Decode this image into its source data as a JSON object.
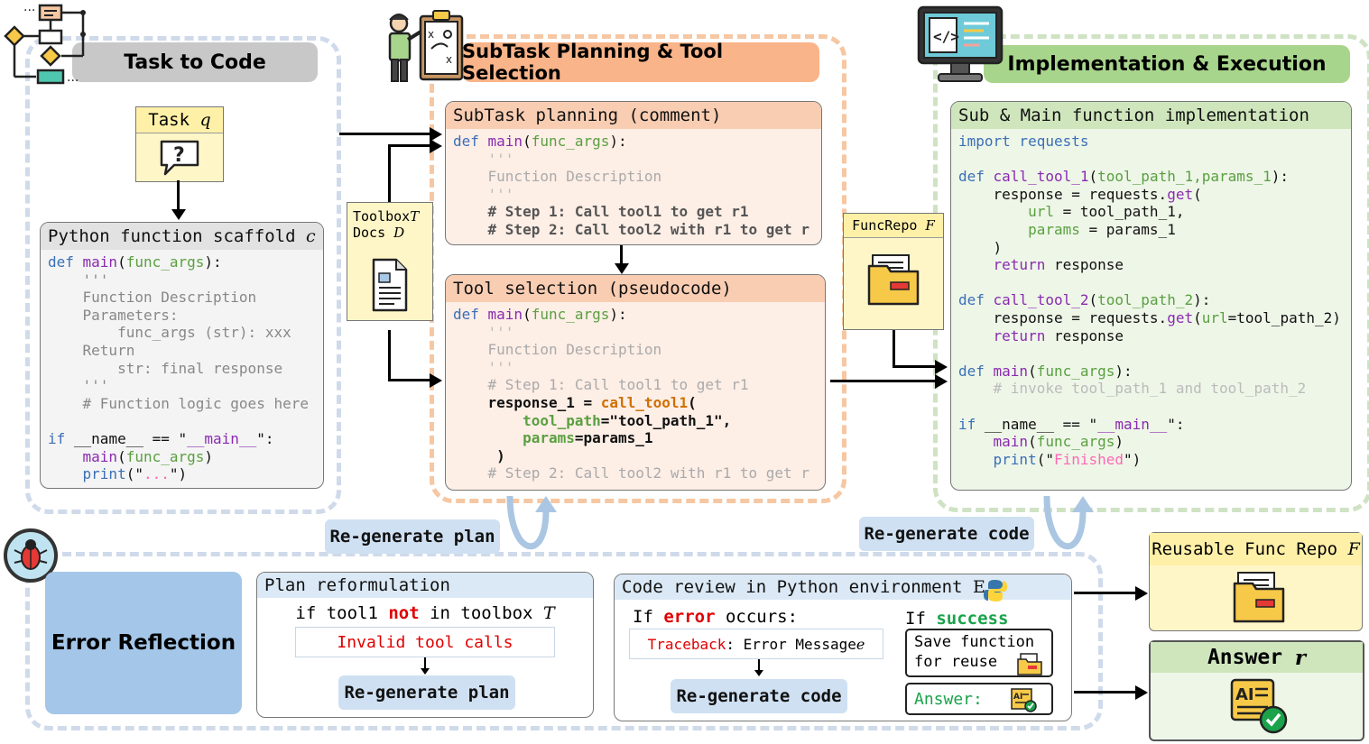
{
  "sections": {
    "task_to_code": "Task to Code",
    "planning": "SubTask Planning & Tool Selection",
    "implementation": "Implementation & Execution",
    "error_reflection": "Error Reflection"
  },
  "task_box": {
    "label": "Task",
    "symbol": "q"
  },
  "scaffold": {
    "title": "Python function scaffold",
    "symbol": "c",
    "lines": {
      "l1_kw": "def ",
      "l1_fn": "main",
      "l1_p1": "(",
      "l1_arg": "func_args",
      "l1_p2": "):",
      "l2": "    '''",
      "l3": "    Function Description",
      "l4": "    Parameters:",
      "l5": "        func_args (str): xxx",
      "l6": "    Return",
      "l7": "        str: final response",
      "l8": "    '''",
      "l9": "    # Function logic goes here",
      "l10_kw": "if ",
      "l10_a": "__name__ == \"",
      "l10_s": "__main__",
      "l10_b": "\":",
      "l11_fn": "    main",
      "l11_p1": "(",
      "l11_arg": "func_args",
      "l11_p2": ")",
      "l12_kw": "    print",
      "l12_a": "(\"",
      "l12_s": "...",
      "l12_b": "\")"
    }
  },
  "toolbox_note": {
    "line1": "Toolbox",
    "sym1": "T",
    "line2": "Docs",
    "sym2": "D"
  },
  "subtask_planning": {
    "title": "SubTask planning (comment)",
    "l1_kw": "def ",
    "l1_fn": "main",
    "l1_p1": "(",
    "l1_arg": "func_args",
    "l1_p2": "):",
    "l2": "    '''",
    "l3": "    Function Description",
    "l4": "    '''",
    "l5": "    # Step 1: Call tool1 to get r1",
    "l6": "    # Step 2: Call tool2 with r1 to get r"
  },
  "tool_selection": {
    "title": "Tool selection (pseudocode)",
    "l1_kw": "def ",
    "l1_fn": "main",
    "l1_p1": "(",
    "l1_arg": "func_args",
    "l1_p2": "):",
    "l2": "    '''",
    "l3": "    Function Description",
    "l4": "    '''",
    "l5": "    # Step 1: Call tool1 to get r1",
    "l6_a": "    response_1 = ",
    "l6_fn": "call_tool1",
    "l6_b": "(",
    "l7_arg": "        tool_path",
    "l7_b": "=\"tool_path_1\",",
    "l8_arg": "        params",
    "l8_b": "=params_1",
    "l9": "     )",
    "l10": "    # Step 2: Call tool2 with r1 to get r"
  },
  "funcrepo_note": {
    "label": "FuncRepo",
    "sym": "F"
  },
  "implementation_panel": {
    "title": "Sub & Main function implementation",
    "l1": "import requests",
    "l3_kw": "def ",
    "l3_fn": "call_tool_1",
    "l3_p1": "(",
    "l3_arg": "tool_path_1,params_1",
    "l3_p2": "):",
    "l4_a": "    response = requests.",
    "l4_fn": "get",
    "l4_b": "(",
    "l5_arg": "        url",
    "l5_b": " = tool_path_1,",
    "l6_arg": "        params",
    "l6_b": " = params_1",
    "l7": "    )",
    "l8_kw": "    return",
    "l8_b": " response",
    "l10_kw": "def ",
    "l10_fn": "call_tool_2",
    "l10_p1": "(",
    "l10_arg": "tool_path_2",
    "l10_p2": "):",
    "l11_a": "    response = requests.",
    "l11_fn": "get",
    "l11_b": "(",
    "l11_arg": "url",
    "l11_c": "=tool_path_2)",
    "l12_kw": "    return",
    "l12_b": " response",
    "l14_kw": "def ",
    "l14_fn": "main",
    "l14_p1": "(",
    "l14_arg": "func_args",
    "l14_p2": "):",
    "l15": "    # invoke tool_path_1 and tool_path_2",
    "l17_kw": "if ",
    "l17_a": "__name__ == \"",
    "l17_s": "__main__",
    "l17_b": "\":",
    "l18_fn": "    main",
    "l18_p1": "(",
    "l18_arg": "func_args",
    "l18_p2": ")",
    "l19_kw": "    print",
    "l19_a": "(\"",
    "l19_s": "Finished",
    "l19_b": "\")"
  },
  "regen_plan_label": "Re-generate plan",
  "regen_code_label": "Re-generate code",
  "plan_reformulation": {
    "title": "Plan reformulation",
    "line_a": "if tool1 ",
    "line_not": "not",
    "line_b": " in toolbox ",
    "line_sym": "T",
    "invalid": "Invalid tool calls",
    "button": "Re-generate plan"
  },
  "code_review": {
    "title": "Code review in Python environment",
    "sym": "E",
    "if_a": "If ",
    "if_err": "error",
    "if_b": " occurs:",
    "tb_a": "Traceback",
    "tb_b": ": Error Message ",
    "tb_sym": "e",
    "button": "Re-generate code",
    "succ_a": "If ",
    "succ_b": "success",
    "save_line1": "Save function",
    "save_line2": "for reuse",
    "answer": "Answer:"
  },
  "reusable_repo": {
    "label": "Reusable Func Repo",
    "sym": "F"
  },
  "answer_box": {
    "label": "Answer",
    "sym": "r"
  },
  "colors": {
    "blue_dash": "#cfdaea",
    "orange_dash": "#f6c7a3",
    "green_dash": "#cfe3c4",
    "orange_title": "#f9b489",
    "green_title": "#a8d58c",
    "gray_title": "#c8c8c8",
    "blue_button": "#cfe0f2"
  }
}
